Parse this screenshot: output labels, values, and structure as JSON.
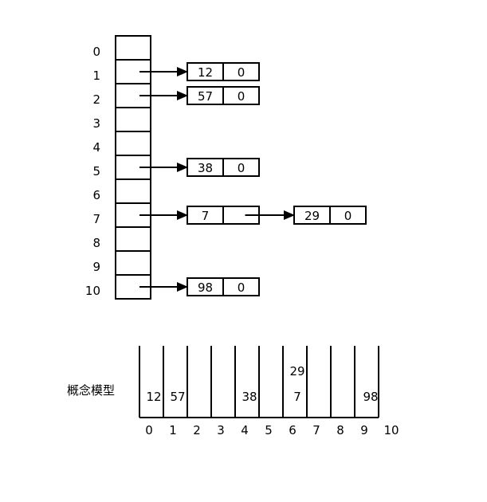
{
  "hash_table": {
    "indices": [
      "0",
      "1",
      "2",
      "3",
      "4",
      "5",
      "6",
      "7",
      "8",
      "9",
      "10"
    ],
    "chains": [
      {
        "slot": 1,
        "nodes": [
          {
            "value": "12",
            "next": "0"
          }
        ]
      },
      {
        "slot": 2,
        "nodes": [
          {
            "value": "57",
            "next": "0"
          }
        ]
      },
      {
        "slot": 5,
        "nodes": [
          {
            "value": "38",
            "next": "0"
          }
        ]
      },
      {
        "slot": 7,
        "nodes": [
          {
            "value": "7",
            "next": ""
          },
          {
            "value": "29",
            "next": "0"
          }
        ]
      },
      {
        "slot": 10,
        "nodes": [
          {
            "value": "98",
            "next": "0"
          }
        ]
      }
    ]
  },
  "concept_model": {
    "caption": "概念模型",
    "axis_labels": [
      "0",
      "1",
      "2",
      "3",
      "4",
      "5",
      "6",
      "7",
      "8",
      "9",
      "10"
    ],
    "buckets": [
      {
        "slot": 1,
        "values": [
          "12"
        ]
      },
      {
        "slot": 2,
        "values": [
          "57"
        ]
      },
      {
        "slot": 5,
        "values": [
          "38"
        ]
      },
      {
        "slot": 7,
        "values": [
          "7",
          "29"
        ]
      },
      {
        "slot": 10,
        "values": [
          "98"
        ]
      }
    ]
  },
  "colors": {
    "stroke": "#000000",
    "background": "#ffffff"
  }
}
